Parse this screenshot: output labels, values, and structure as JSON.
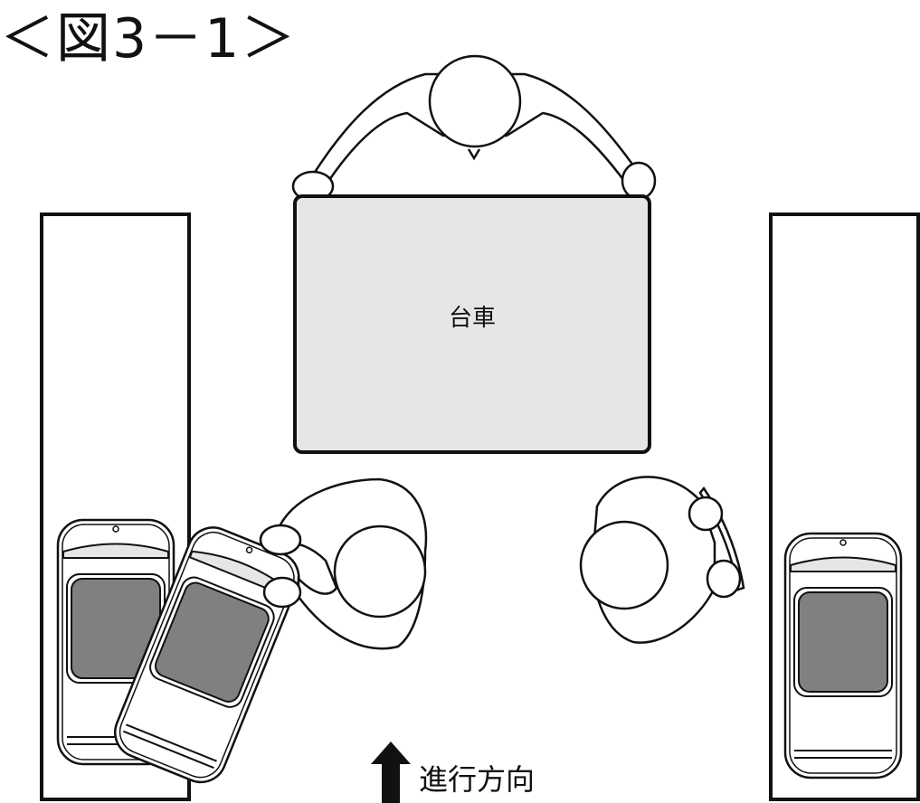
{
  "figure": {
    "title": "＜図3－1＞",
    "cart_label": "台車",
    "direction_label": "進行方向"
  },
  "colors": {
    "cart_fill": "#e6e6e6",
    "seat_fill": "#808080",
    "line": "#111111"
  }
}
